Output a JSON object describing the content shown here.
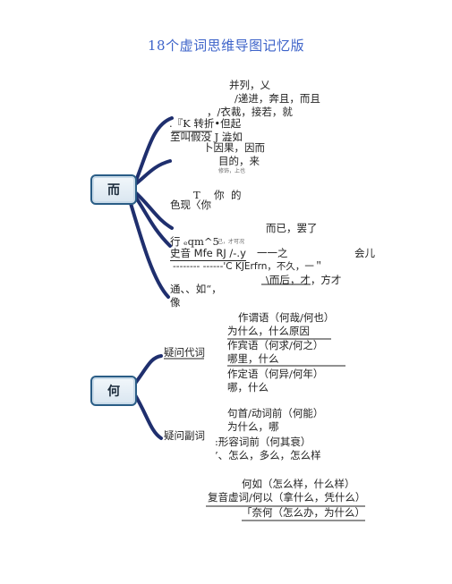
{
  "title": "18个虚词思维导图记忆版",
  "er": {
    "node": "而",
    "lines": [
      "并列，乂",
      "/递进，奔且，而且",
      "，/衣裁，接若，就",
      ".『K 转折•但起",
      "至叫假没 J 澁如",
      "卜因果，因而",
      "目的，来",
      "修饰，上也",
      "T",
      "你",
      "的",
      "色现〈你",
      "而已，罢了",
      "行 ₑqm^5",
      "己，才可况",
      "会儿",
      "史音 Mfe RJ /-.y",
      "一一之",
      "-------- ------'C KJErfrn，不久，一＂",
      "\\而后，才，方才",
      "通、、如“，",
      "像"
    ]
  },
  "he": {
    "node": "何",
    "label_pronoun": "疑问代词",
    "label_adverb": "疑问副词",
    "lines": [
      "作谓语（何哉/何也）",
      "为什么，什么原因",
      "作宾语（何求/何之）",
      "哪里，什么",
      "作定语（何异/何年）",
      "哪，什么",
      "句首/动词前（何能）",
      "为什么，哪",
      ":形容词前（何其衰）",
      "’、怎么，多么，怎么样",
      "何如（怎么样，什么样）",
      "复音虚词/何以（拿什么，凭什么）",
      "「奈何（怎么办，为什么）"
    ]
  }
}
